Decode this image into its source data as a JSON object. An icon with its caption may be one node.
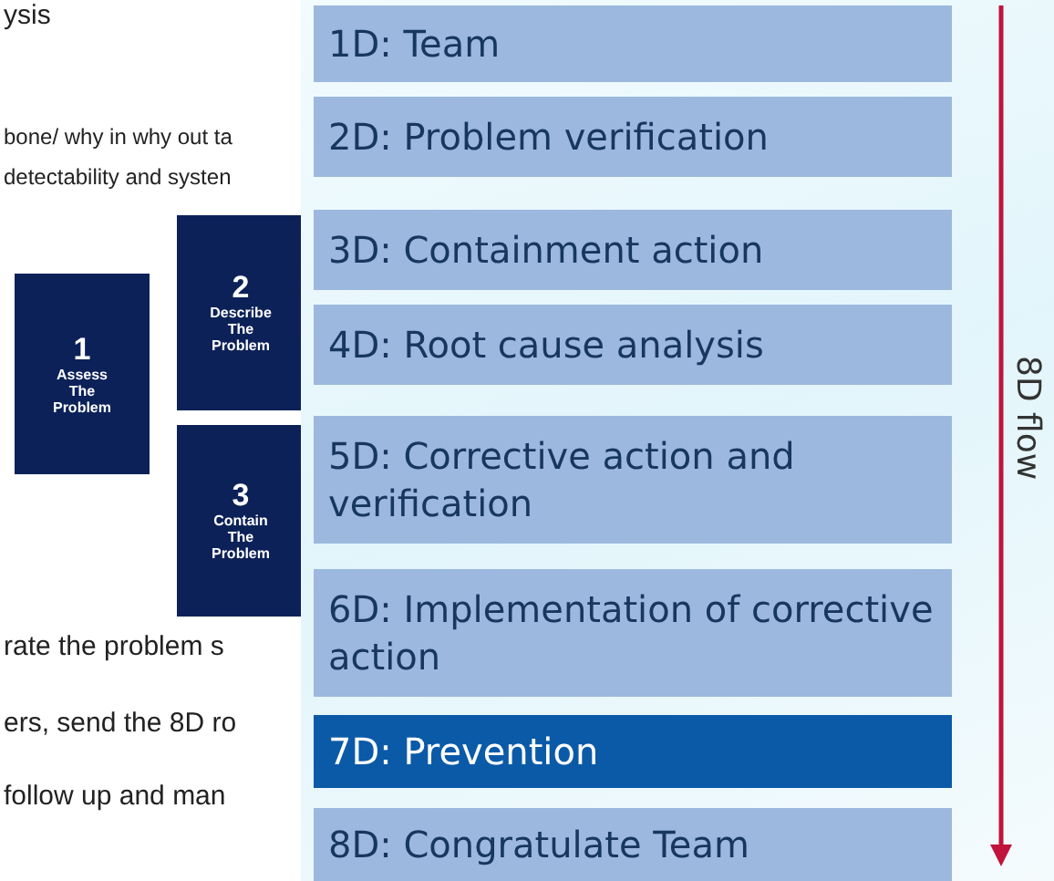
{
  "diagram": {
    "nodes": [
      {
        "text": [
          "1",
          "Assess The Problem"
        ]
      },
      {
        "text": [
          "2",
          "Describe The Problem"
        ]
      },
      {
        "text": [
          "3",
          "Contain The Problem"
        ]
      },
      {
        "text": [
          "1D: Team"
        ]
      },
      {
        "text": [
          "2D: Problem verification"
        ]
      },
      {
        "text": [
          "3D: Containment action"
        ]
      },
      {
        "text": [
          "4D: Root cause analysis"
        ]
      },
      {
        "text": [
          "5D: Corrective action and verification"
        ]
      },
      {
        "text": [
          "6D: Implementation of corrective action"
        ]
      },
      {
        "text": [
          "7D: Prevention"
        ]
      },
      {
        "text": [
          "8D: Congratulate Team"
        ]
      }
    ],
    "labels": [
      "ysis",
      "bone/ why in why out ta",
      "detectability and systen",
      "8D flow",
      "rate the problem s",
      "ers, send the 8D ro",
      "follow up and man"
    ]
  }
}
